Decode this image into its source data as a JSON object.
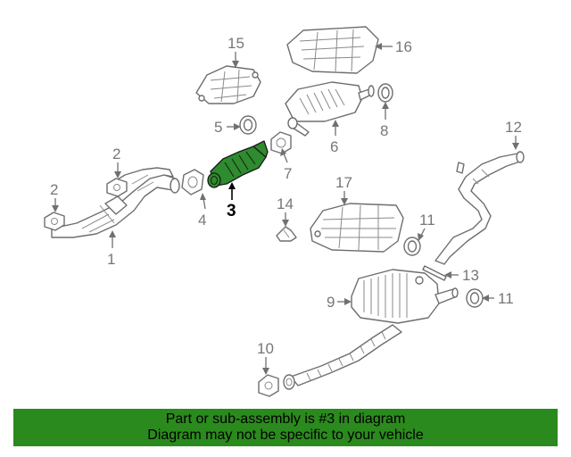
{
  "diagram": {
    "callouts": {
      "c1": "1",
      "c2a": "2",
      "c2b": "2",
      "c3": "3",
      "c4": "4",
      "c5": "5",
      "c6": "6",
      "c7": "7",
      "c8": "8",
      "c9": "9",
      "c10": "10",
      "c11a": "11",
      "c11b": "11",
      "c12": "12",
      "c13": "13",
      "c14": "14",
      "c15": "15",
      "c16": "16",
      "c17": "17"
    },
    "highlighted_part": "3",
    "colors": {
      "highlight": "#2e8b2e",
      "banner": "#2b8a1d",
      "line_art": "#6e6e6e"
    }
  },
  "notice": {
    "line1": "Part or sub-assembly is #3 in diagram",
    "line2": "Diagram may not be specific to your vehicle"
  }
}
